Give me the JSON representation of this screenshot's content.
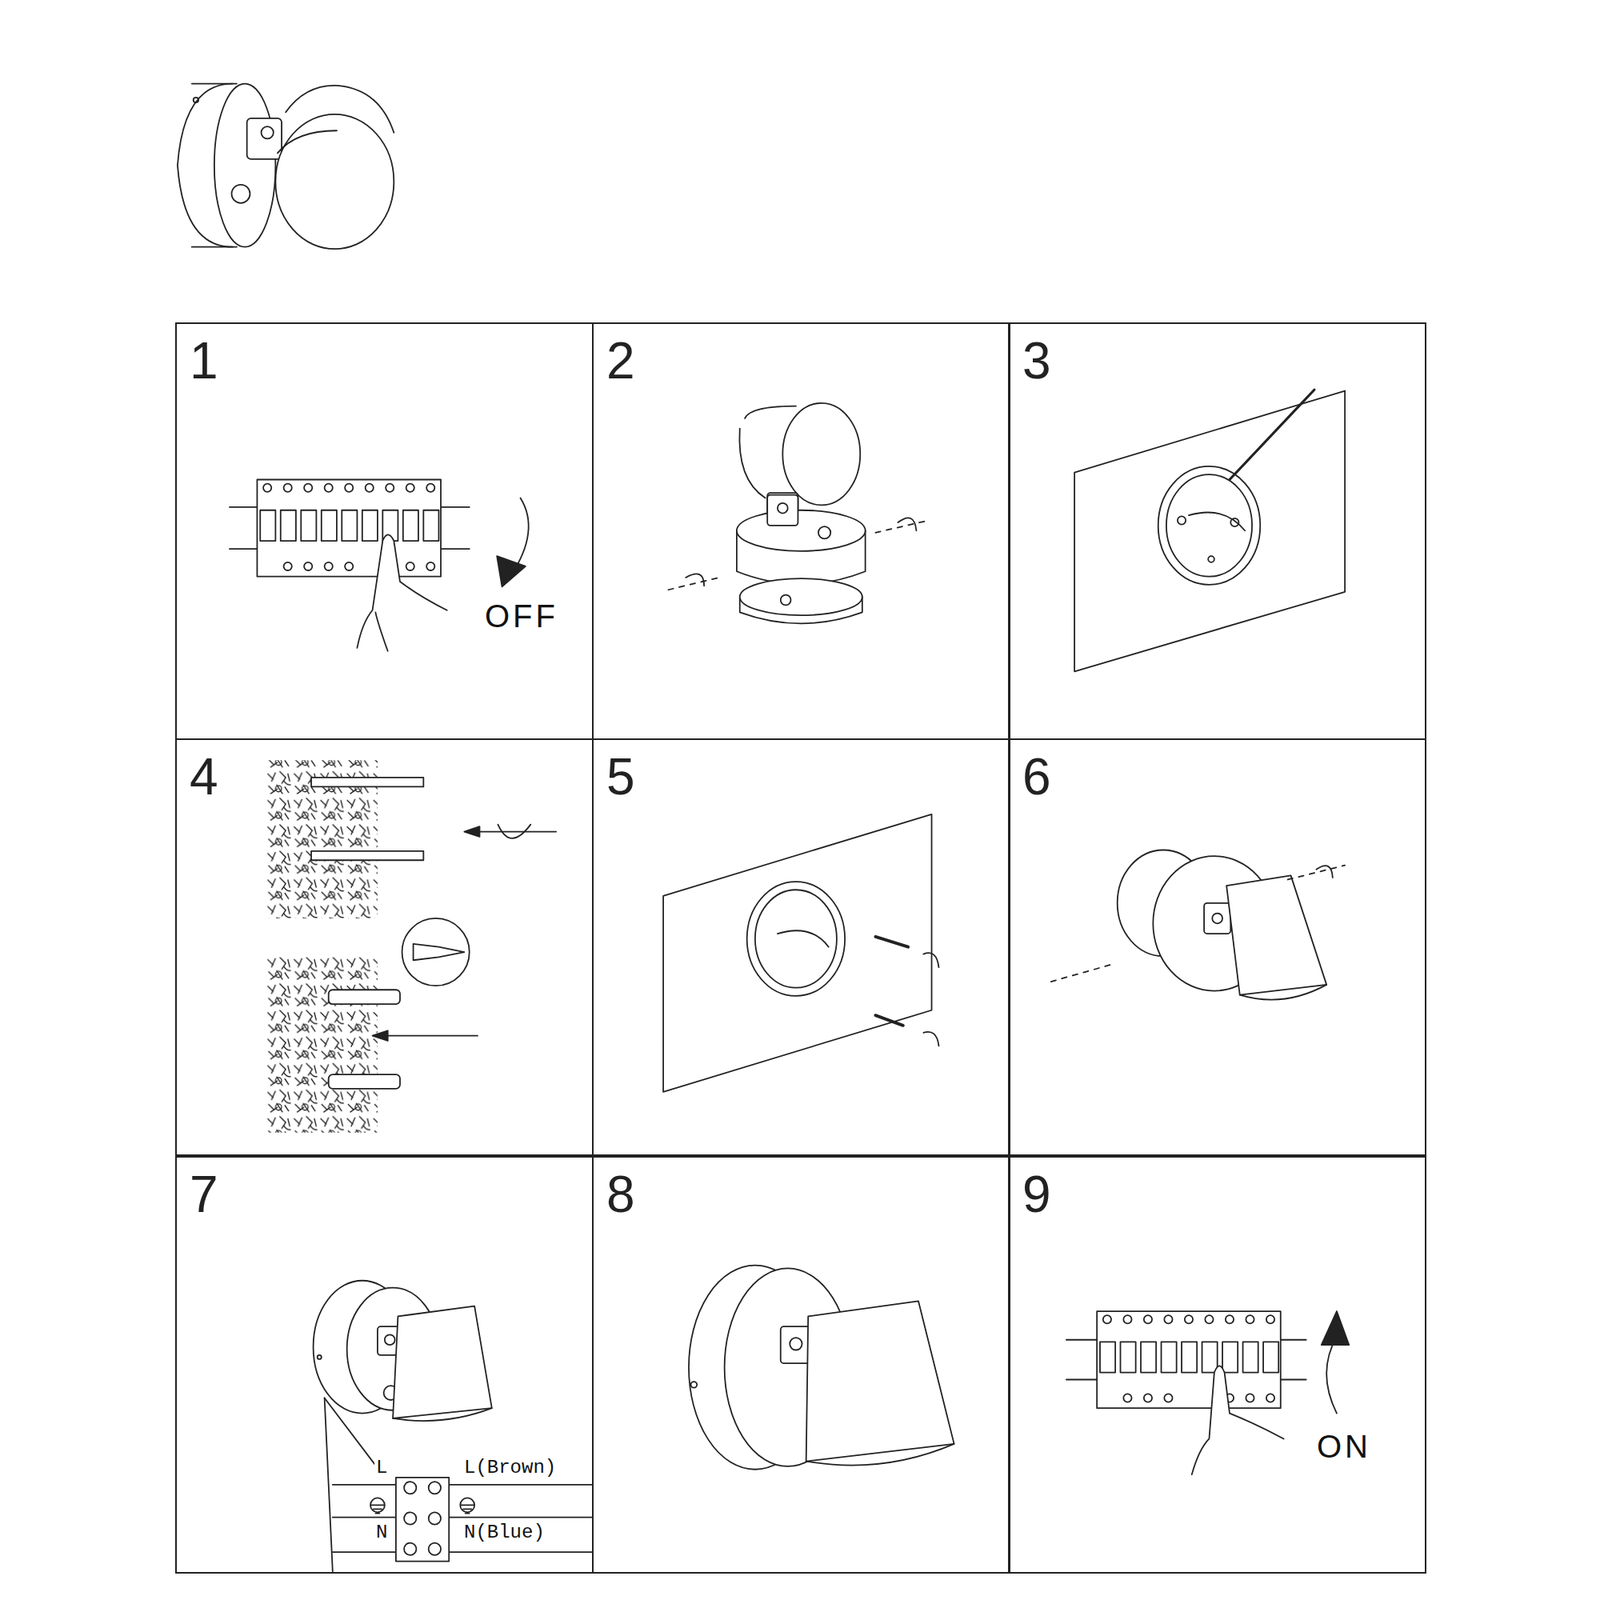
{
  "diagram": {
    "nodes": [
      {
        "text": [
          "1"
        ]
      },
      {
        "text": [
          "2"
        ]
      },
      {
        "text": [
          "3"
        ]
      },
      {
        "text": [
          "4"
        ]
      },
      {
        "text": [
          "5"
        ]
      },
      {
        "text": [
          "6"
        ]
      },
      {
        "text": [
          "7"
        ]
      },
      {
        "text": [
          "8"
        ]
      },
      {
        "text": [
          "9"
        ]
      }
    ],
    "labels": [
      "OFF",
      "L",
      "L(Brown)",
      "N",
      "N(Blue)",
      "ON"
    ]
  }
}
